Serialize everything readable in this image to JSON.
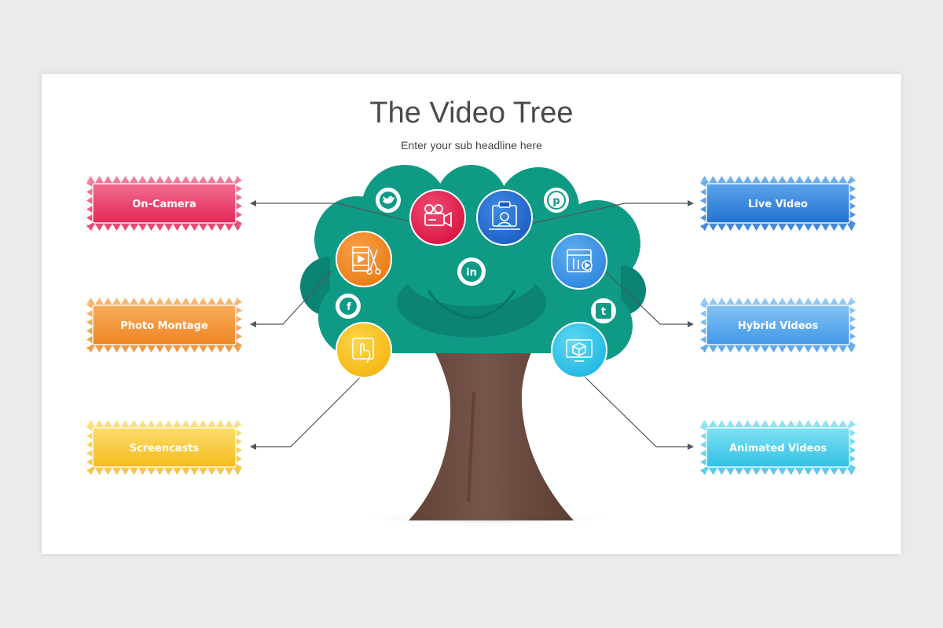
{
  "title": "The Video Tree",
  "subtitle": "Enter your sub headline here",
  "boxes": {
    "on_camera": {
      "label": "On-Camera",
      "color": "#e8345f"
    },
    "photo_montage": {
      "label": "Photo Montage",
      "color": "#f18f2a"
    },
    "screencasts": {
      "label": "Screencasts",
      "color": "#f6c72b"
    },
    "live_video": {
      "label": "Live Video",
      "color": "#2f7fd8"
    },
    "hybrid_videos": {
      "label": "Hybrid Videos",
      "color": "#4ea3ea"
    },
    "animated_videos": {
      "label": "Animated Videos",
      "color": "#43cbe8"
    }
  },
  "social_icons": [
    "twitter-icon",
    "pinterest-icon",
    "linkedin-icon",
    "facebook-icon",
    "twitter-icon"
  ],
  "colors": {
    "foliage": "#0f9a86",
    "foliage_dark": "#0b8474",
    "trunk": "#6a4a3c"
  }
}
